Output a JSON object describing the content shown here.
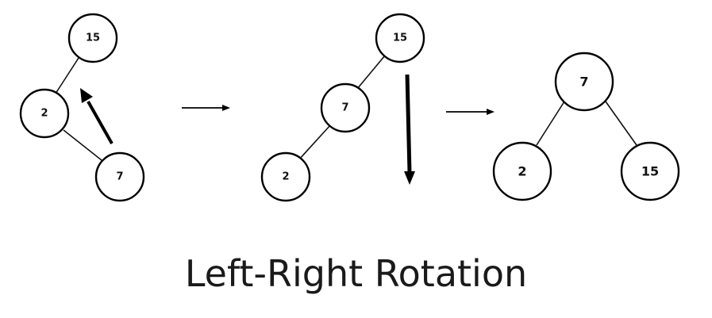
{
  "title": "Left-Right Rotation",
  "stages": [
    {
      "nodes": [
        {
          "id": "a15",
          "label": "15"
        },
        {
          "id": "a2",
          "label": "2"
        },
        {
          "id": "a7",
          "label": "7"
        }
      ]
    },
    {
      "nodes": [
        {
          "id": "b15",
          "label": "15"
        },
        {
          "id": "b7",
          "label": "7"
        },
        {
          "id": "b2",
          "label": "2"
        }
      ]
    },
    {
      "nodes": [
        {
          "id": "c7",
          "label": "7"
        },
        {
          "id": "c2",
          "label": "2"
        },
        {
          "id": "c15",
          "label": "15"
        }
      ]
    }
  ]
}
